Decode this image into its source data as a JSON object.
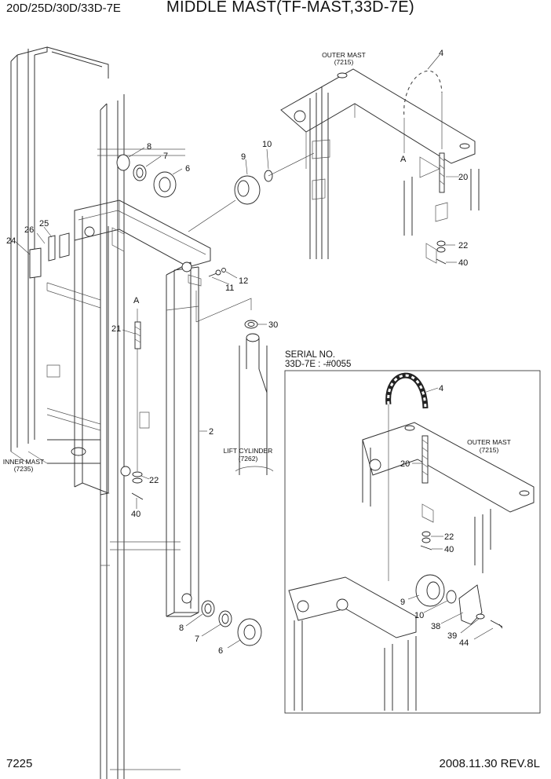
{
  "header": {
    "model": "20D/25D/30D/33D-7E",
    "title": "MIDDLE MAST(TF-MAST,33D-7E)"
  },
  "footer": {
    "page": "7225",
    "revision": "2008.11.30  REV.8L"
  },
  "serial_box": {
    "title": "SERIAL NO.",
    "range": "33D-7E : -#0055"
  },
  "ref_labels": {
    "outer_mast_top": [
      "OUTER MAST",
      "(7215)"
    ],
    "outer_mast_box": [
      "OUTER MAST",
      "(7215)"
    ],
    "inner_mast": [
      "INNER MAST",
      "(7235)"
    ],
    "lift_cylinder": [
      "LIFT CYLINDER",
      "(7262)"
    ]
  },
  "callouts": {
    "p4": "4",
    "p20": "20",
    "p22": "22",
    "p40": "40",
    "pA1": "A",
    "pA2": "A",
    "p8a": "8",
    "p7a": "7",
    "p6a": "6",
    "p9a": "9",
    "p10a": "10",
    "p25": "25",
    "p26": "26",
    "p24": "24",
    "p11": "11",
    "p12": "12",
    "p30": "30",
    "p21": "21",
    "p2": "2",
    "p22b": "22",
    "p40b": "40",
    "p8b": "8",
    "p7b": "7",
    "p6b": "6",
    "p4b": "4",
    "p20b": "20",
    "p22c": "22",
    "p40c": "40",
    "p9b": "9",
    "p10b": "10",
    "p38": "38",
    "p39": "39",
    "p44": "44"
  }
}
